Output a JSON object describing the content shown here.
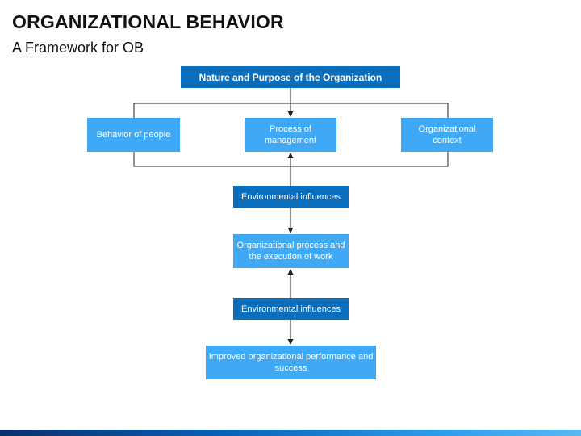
{
  "header": {
    "title": "ORGANIZATIONAL BEHAVIOR",
    "subtitle": "A Framework for OB"
  },
  "diagram": {
    "top": "Nature and Purpose of the Organization",
    "left": "Behavior of people",
    "center": "Process of management",
    "right": "Organizational context",
    "env1": "Environmental influences",
    "process": "Organizational process and the execution of work",
    "env2": "Environmental influences",
    "result": "Improved organizational performance and success"
  },
  "colors": {
    "light_box": "#3fa9f5",
    "dark_box": "#0a6ebd",
    "connector": "#222222"
  }
}
